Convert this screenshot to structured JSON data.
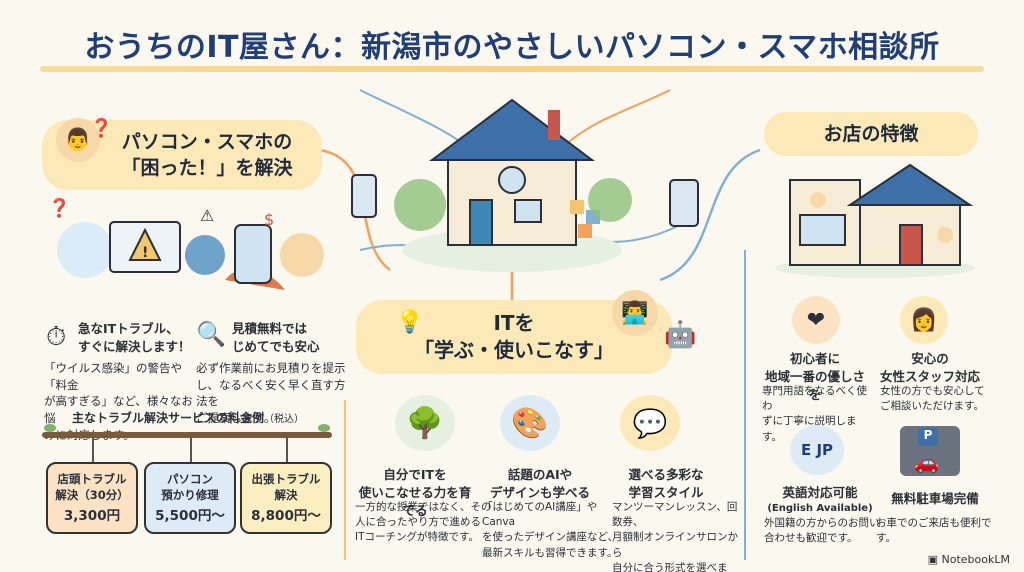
{
  "title": "おうちのIT屋さん：新潟市のやさしいパソコン・スマホ相談所",
  "left": {
    "heading_line1": "パソコン・スマホの",
    "heading_line2": "「困った！」を解決",
    "feature1": {
      "title_line1": "急なITトラブル、",
      "title_line2": "すぐに解決します！",
      "desc_line1": "「ウイルス感染」の警告や「料金",
      "desc_line2": "が高すぎる」など、様々なお悩",
      "desc_line3": "みに対応します。"
    },
    "feature2": {
      "title_line1": "見積無料では",
      "title_line2": "じめてでも安心",
      "desc_line1": "必ず作業前にお見積りを提示",
      "desc_line2": "し、なるべく安く早く直す方法を",
      "desc_line3": "ご提案します。"
    },
    "price_heading": "主なトラブル解決サービスの料金例",
    "price_note": "（税込）",
    "prices": [
      {
        "line1": "店頭トラブル",
        "line2": "解決（30分）",
        "price": "3,300円"
      },
      {
        "line1": "パソコン",
        "line2": "預かり修理",
        "price": "5,500円〜"
      },
      {
        "line1": "出張トラブル",
        "line2": "解決",
        "price": "8,800円〜"
      }
    ]
  },
  "middle": {
    "heading_line1": "ITを",
    "heading_line2": "「学ぶ・使いこなす」",
    "items": [
      {
        "title_line1": "自分でITを",
        "title_line2": "使いこなせる力を育てる",
        "desc": [
          "一方的な授業ではなく、その",
          "人に合ったやり方で進める",
          "ITコーチングが特徴です。"
        ]
      },
      {
        "title_line1": "話題のAIや",
        "title_line2": "デザインも学べる",
        "desc": [
          "「はじめてのAI講座」やCanva",
          "を使ったデザイン講座など、",
          "最新スキルも習得できます。"
        ]
      },
      {
        "title_line1": "選べる多彩な",
        "title_line2": "学習スタイル",
        "desc": [
          "マンツーマンレッスン、回数券、",
          "月額制オンラインサロンから",
          "自分に合う形式を選べます。"
        ]
      }
    ]
  },
  "right": {
    "heading": "お店の特徴",
    "features": [
      {
        "title_line1": "初心者に",
        "title_line2": "地域一番の優しさを",
        "desc": [
          "専門用語をなるべく使わ",
          "ずに丁寧に説明します。"
        ]
      },
      {
        "title_line1": "安心の",
        "title_line2": "女性スタッフ対応",
        "desc": [
          "女性の方でも安心して",
          "ご相談いただけます。"
        ]
      },
      {
        "title_line1": "英語対応可能",
        "title_line2": "(English Available)",
        "desc": [
          "外国籍の方からのお問い",
          "合わせも歓迎です。"
        ]
      },
      {
        "title_line1": "無料駐車場完備",
        "title_line2": "",
        "desc": [
          "お車でのご来店も便利です。"
        ]
      }
    ],
    "english_badge_letters": [
      "E",
      "JP"
    ],
    "parking_letter": "P"
  },
  "footer": {
    "logo": "NotebookLM"
  },
  "icons": [
    "question-icon",
    "warning-icon",
    "dollar-icon",
    "clock-icon",
    "magnifier-icon",
    "lightbulb-icon",
    "robot-icon",
    "heart-hand-icon",
    "woman-icon",
    "speech-bubble-icon",
    "car-icon"
  ],
  "colors": {
    "title": "#1f3f78",
    "pill": "#fde9b8",
    "accent": "#f3c66b",
    "line_blue": "#7fb0d8",
    "line_orange": "#f2a25a"
  }
}
